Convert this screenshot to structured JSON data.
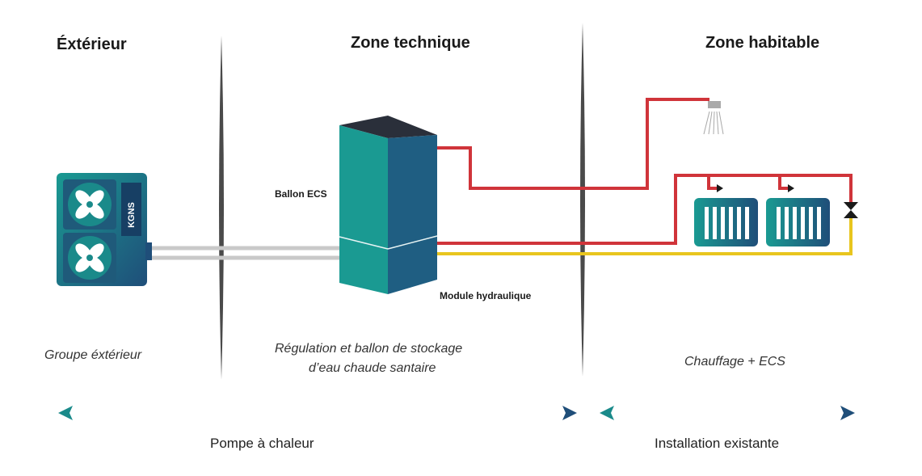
{
  "zones": {
    "exterieur": "Éxtérieur",
    "technique": "Zone technique",
    "habitable": "Zone habitable"
  },
  "labels": {
    "ballon_ecs": "Ballon ECS",
    "module_hydraulique": "Module hydraulique",
    "kgns": "KGNS"
  },
  "captions": {
    "groupe_exterieur": "Groupe éxtérieur",
    "regulation_line1": "Régulation et ballon de stockage",
    "regulation_line2": "d’eau chaude santaire",
    "chauffage": "Chauffage + ECS"
  },
  "ranges": {
    "pompe": "Pompe à chaleur",
    "installation": "Installation existante"
  },
  "colors": {
    "teal": "#1a8a8a",
    "navy": "#1f4e79",
    "pipe_hot": "#d0343a",
    "pipe_return": "#e8c51e",
    "pipe_gray": "#c9c9c9",
    "divider": "#4a4a4a"
  }
}
